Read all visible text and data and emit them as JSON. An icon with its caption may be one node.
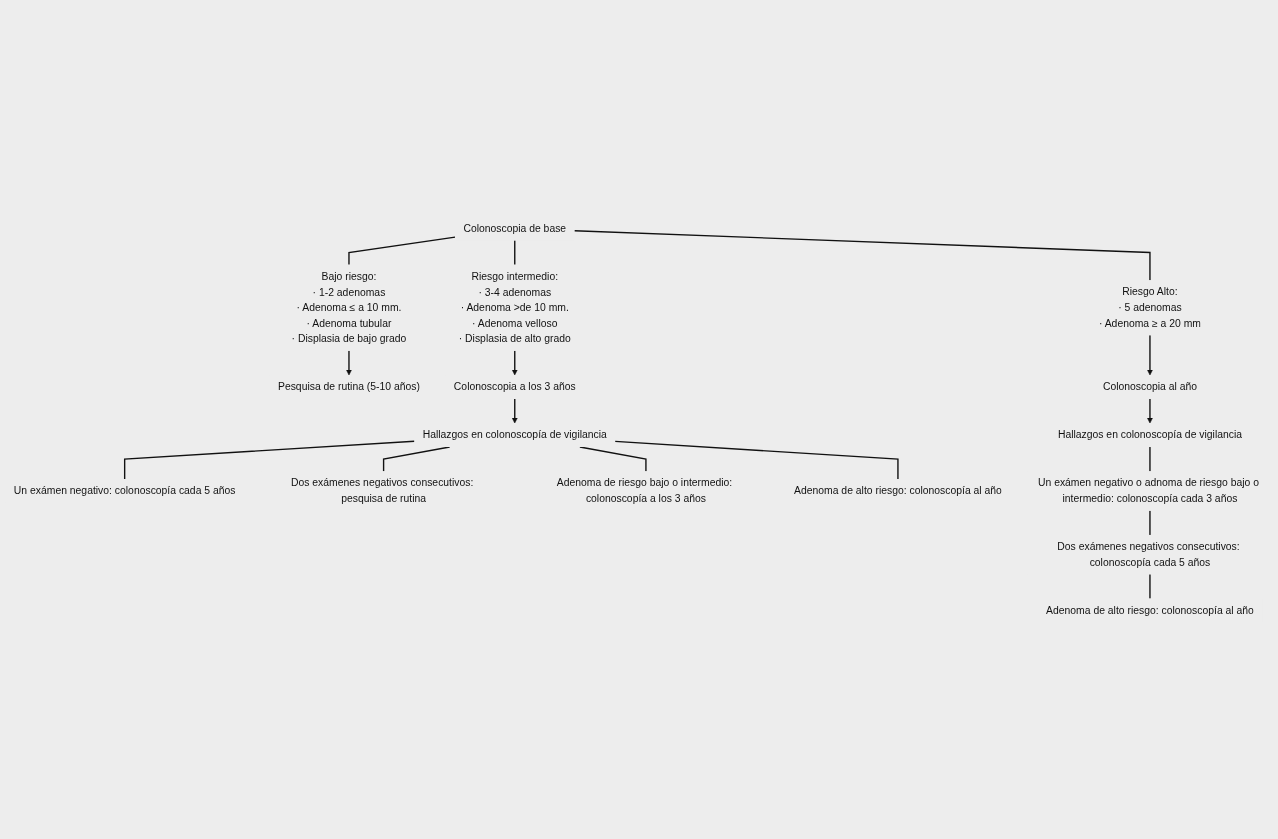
{
  "diagram": {
    "nodes": [
      {
        "text": [
          "Colonoscopia de base"
        ]
      },
      {
        "text": [
          "Bajo riesgo:",
          "· 1-2 adenomas",
          "· Adenoma ≤ a 10 mm.",
          "· Adenoma tubular",
          "· Displasia de bajo grado"
        ]
      },
      {
        "text": [
          "Riesgo intermedio:",
          "· 3-4 adenomas",
          "· Adenoma >de 10 mm.",
          "· Adenoma velloso",
          "· Displasia de alto grado"
        ]
      },
      {
        "text": [
          "Riesgo Alto:",
          "· 5 adenomas",
          "· Adenoma ≥ a 20 mm"
        ]
      },
      {
        "text": [
          "Pesquisa de rutina (5-10 años)"
        ]
      },
      {
        "text": [
          "Colonoscopia a los 3 años"
        ]
      },
      {
        "text": [
          "Hallazgos en colonoscopía de vigilancia"
        ]
      },
      {
        "text": [
          "Un exámen negativo: colonoscopía cada 5 años"
        ]
      },
      {
        "text": [
          "Dos exámenes negativos consecutivos: pesquisa de rutina"
        ]
      },
      {
        "text": [
          "Adenoma de riesgo bajo o intermedio: colonoscopía a los 3 años"
        ]
      },
      {
        "text": [
          "Adenoma de alto riesgo: colonoscopía al año"
        ]
      },
      {
        "text": [
          "Colonoscopia al año"
        ]
      },
      {
        "text": [
          "Hallazgos en colonoscopía de vigilancia"
        ]
      },
      {
        "text": [
          "Un exámen negativo o adnoma de riesgo bajo o intermedio: colonoscopía cada 3 años"
        ]
      },
      {
        "text": [
          "Dos exámenes negativos consecutivos: colonoscopía cada 5 años"
        ]
      },
      {
        "text": [
          "Adenoma de alto riesgo: colonoscopía al año"
        ]
      }
    ],
    "edges": [
      {
        "from": 0,
        "to": 1,
        "arrow": "none"
      },
      {
        "from": 0,
        "to": 2,
        "arrow": "none"
      },
      {
        "from": 0,
        "to": 3,
        "arrow": "none"
      },
      {
        "from": 1,
        "to": 4,
        "arrow": "to"
      },
      {
        "from": 2,
        "to": 5,
        "arrow": "to"
      },
      {
        "from": 5,
        "to": 6,
        "arrow": "to"
      },
      {
        "from": 6,
        "to": 7,
        "arrow": "none"
      },
      {
        "from": 6,
        "to": 8,
        "arrow": "none"
      },
      {
        "from": 6,
        "to": 9,
        "arrow": "none"
      },
      {
        "from": 6,
        "to": 10,
        "arrow": "none"
      },
      {
        "from": 3,
        "to": 11,
        "arrow": "to"
      },
      {
        "from": 11,
        "to": 12,
        "arrow": "to"
      },
      {
        "from": 12,
        "to": 13,
        "arrow": "none"
      },
      {
        "from": 13,
        "to": 14,
        "arrow": "none"
      },
      {
        "from": 14,
        "to": 15,
        "arrow": "none"
      }
    ]
  }
}
